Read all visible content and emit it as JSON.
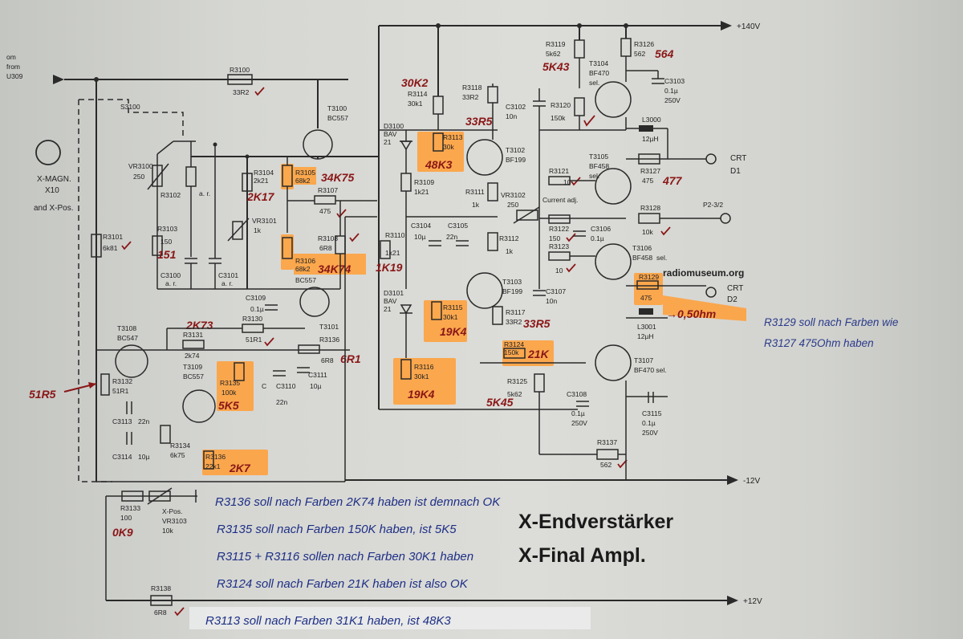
{
  "rails": {
    "plus140": "+140V",
    "minus12": "-12V",
    "plus12": "+12V"
  },
  "io": {
    "input_line1": "om",
    "input_line2": "from",
    "input_line3": "U309",
    "xmagn1": "X-MAGN.",
    "xmagn2": "X10",
    "xmagn3": "and X-Pos.",
    "crt_d1": "CRT",
    "crt_d1b": "D1",
    "crt_d2": "CRT",
    "crt_d2b": "D2",
    "p2": "P2-3/2",
    "watermark": "radiomuseum.org"
  },
  "components": [
    {
      "id": "R3100",
      "name": "R3100",
      "value": "33R2"
    },
    {
      "id": "S3100",
      "name": "S3100",
      "value": ""
    },
    {
      "id": "VR3100",
      "name": "VR3100",
      "value": "250"
    },
    {
      "id": "R3102",
      "name": "R3102",
      "value": ""
    },
    {
      "id": "R3103",
      "name": "R3103",
      "value": "150"
    },
    {
      "id": "C3100",
      "name": "C3100",
      "value": "a. r."
    },
    {
      "id": "C3101",
      "name": "C3101",
      "value": "a. r."
    },
    {
      "id": "R3101",
      "name": "R3101",
      "value": "6k81"
    },
    {
      "id": "R3104",
      "name": "R3104",
      "value": "2k21"
    },
    {
      "id": "VR3101",
      "name": "VR3101",
      "value": "1k"
    },
    {
      "id": "R3105",
      "name": "R3105",
      "value": "68k2"
    },
    {
      "id": "R3106",
      "name": "R3106",
      "value": "68k2"
    },
    {
      "id": "R3107",
      "name": "R3107",
      "value": "475"
    },
    {
      "id": "R3108",
      "name": "R3108",
      "value": "6R8"
    },
    {
      "id": "T3100",
      "name": "T3100",
      "value": "BC557"
    },
    {
      "id": "T3101",
      "name": "T3101",
      "value": "BC557"
    },
    {
      "id": "R3109",
      "name": "C3109",
      "value": "0.1µ"
    },
    {
      "id": "R3130",
      "name": "R3130",
      "value": "51R1"
    },
    {
      "id": "R3131",
      "name": "R3131",
      "value": "2k74"
    },
    {
      "id": "T3108",
      "name": "T3108",
      "value": "BC547"
    },
    {
      "id": "T3109",
      "name": "T3109",
      "value": "BC557"
    },
    {
      "id": "R3132",
      "name": "R3132",
      "value": "51R1"
    },
    {
      "id": "C3113",
      "name": "C3113",
      "value": "22n"
    },
    {
      "id": "C3114",
      "name": "C3114",
      "value": "10µ"
    },
    {
      "id": "R3134",
      "name": "R3134",
      "value": "6k75"
    },
    {
      "id": "R3135",
      "name": "R3135",
      "value": "100k"
    },
    {
      "id": "R3136a",
      "name": "R3136",
      "value": "6R8"
    },
    {
      "id": "R3136b",
      "name": "R3136",
      "value": "22k1"
    },
    {
      "id": "C3110",
      "name": "C3110",
      "value": "22n"
    },
    {
      "id": "C3111",
      "name": "C3111",
      "value": "10µ"
    },
    {
      "id": "R3133",
      "name": "R3133",
      "value": "100"
    },
    {
      "id": "VR3103",
      "name": "VR3103",
      "value": "10k"
    },
    {
      "id": "R3138",
      "name": "R3138",
      "value": "6R8"
    },
    {
      "id": "D3100",
      "name": "D3100",
      "value": "BAV 21"
    },
    {
      "id": "D3101",
      "name": "D3101",
      "value": "BAV 21"
    },
    {
      "id": "R3114",
      "name": "R3114",
      "value": "30k1"
    },
    {
      "id": "R3113",
      "name": "R3113",
      "value": "30k"
    },
    {
      "id": "R3109b",
      "name": "R3109",
      "value": "1k21"
    },
    {
      "id": "R3110",
      "name": "R3110",
      "value": "1k21"
    },
    {
      "id": "C3104",
      "name": "C3104",
      "value": "10µ"
    },
    {
      "id": "C3105",
      "name": "C3105",
      "value": "22n"
    },
    {
      "id": "R3115",
      "name": "R3115",
      "value": "30k1"
    },
    {
      "id": "R3116",
      "name": "R3116",
      "value": "30k1"
    },
    {
      "id": "R3118",
      "name": "R3118",
      "value": "33R2"
    },
    {
      "id": "T3102",
      "name": "T3102",
      "value": "BF199"
    },
    {
      "id": "T3103",
      "name": "T3103",
      "value": "BF199"
    },
    {
      "id": "R3111",
      "name": "R3111",
      "value": "1k"
    },
    {
      "id": "R3112",
      "name": "R3112",
      "value": "1k"
    },
    {
      "id": "R3117",
      "name": "R3117",
      "value": "33R2"
    },
    {
      "id": "C3102",
      "name": "C3102",
      "value": "10n"
    },
    {
      "id": "C3107",
      "name": "C3107",
      "value": "10n"
    },
    {
      "id": "VR3102",
      "name": "VR3102",
      "value": "250"
    },
    {
      "id": "R3119",
      "name": "R3119",
      "value": "5k62"
    },
    {
      "id": "R3120",
      "name": "R3120",
      "value": "150k"
    },
    {
      "id": "R3121",
      "name": "R3121",
      "value": "10"
    },
    {
      "id": "R3122",
      "name": "R3122",
      "value": "150"
    },
    {
      "id": "R3123",
      "name": "R3123",
      "value": "10"
    },
    {
      "id": "R3124",
      "name": "R3124",
      "value": "150k"
    },
    {
      "id": "R3125",
      "name": "R3125",
      "value": "5k62"
    },
    {
      "id": "C3106",
      "name": "C3106",
      "value": "0.1µ"
    },
    {
      "id": "C3108",
      "name": "C3108",
      "value": "0.1µ 250V"
    },
    {
      "id": "R3137",
      "name": "R3137",
      "value": "562"
    },
    {
      "id": "R3126",
      "name": "R3126",
      "value": "562"
    },
    {
      "id": "T3104",
      "name": "T3104",
      "value": "BF470 sel."
    },
    {
      "id": "T3105",
      "name": "T3105",
      "value": "BF458 sel."
    },
    {
      "id": "T3106",
      "name": "T3106",
      "value": "BF458 sel."
    },
    {
      "id": "T3107",
      "name": "T3107",
      "value": "BF470 sel."
    },
    {
      "id": "C3103",
      "name": "C3103",
      "value": "0.1µ 250V"
    },
    {
      "id": "L3000",
      "name": "L3000",
      "value": "12µH"
    },
    {
      "id": "L3001",
      "name": "L3001",
      "value": "12µH"
    },
    {
      "id": "R3127",
      "name": "R3127",
      "value": "475"
    },
    {
      "id": "R3128",
      "name": "R3128",
      "value": "10k"
    },
    {
      "id": "R3129",
      "name": "R3129",
      "value": "475"
    },
    {
      "id": "C3115",
      "name": "C3115",
      "value": "0.1µ 250V"
    }
  ],
  "labels": {
    "current_adj": "Current adj.",
    "xpos": "X-Pos."
  },
  "annotations": {
    "r3105": "34K75",
    "r3104": "2K17",
    "r3106": "34K74",
    "r3110": "1K19",
    "r3114": "30K2",
    "r3113": "48K3",
    "r3118": "33R5",
    "r3119": "5K43",
    "r3126": "564",
    "r3127": "477",
    "r3103": "151",
    "r3131": "2K73",
    "r3115": "19K4",
    "r3116": "19K4",
    "r3117": "33R5",
    "r3124": "21K",
    "r3125": "5K45",
    "r3135": "5K5",
    "r3136": "2K7",
    "r3132": "51R5",
    "r3133": "0K9",
    "r3136b": "6R1",
    "r3129": "0,5Ohm"
  },
  "notes": {
    "r3129_1": "R3129 soll nach Farben wie",
    "r3129_2": "R3127  475Ohm haben",
    "n1": "R3136 soll nach Farben 2K74 haben ist demnach OK",
    "n2": "R3135 soll nach Farben 150K haben, ist 5K5",
    "n3": "R3115 + R3116 sollen nach Farben 30K1 haben",
    "n4": "R3124 soll nach Farben 21K haben ist also OK",
    "n5": "R3113  soll nach Farben 31K1 haben, ist 48K3"
  },
  "title": {
    "de": "X-Endverstärker",
    "en": "X-Final Ampl."
  }
}
